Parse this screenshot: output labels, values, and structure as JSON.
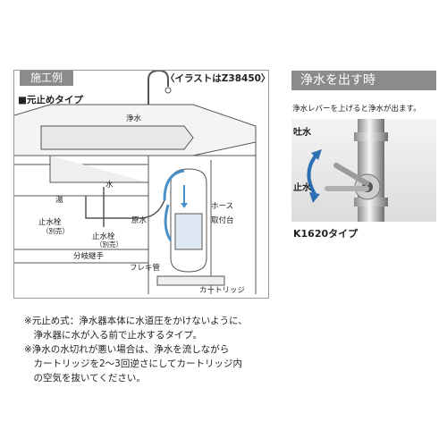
{
  "left_panel": {
    "tab_label": "施工例",
    "illustration_note": "〈イラストはZ38450〉",
    "subheading": "■元止めタイプ",
    "labels": {
      "jousui": "浄水",
      "mizu": "水",
      "yu": "湯",
      "hose": "ホース",
      "gensui": "原水",
      "toritsukedai": "取付台",
      "shisuisen_1": "止水栓",
      "shisuisen_1_note": "（別売）",
      "shisuisen_2": "止水栓",
      "shisuisen_2_note": "（別売）",
      "bunki_tsugite": "分岐継手",
      "furekikan": "フレキ管",
      "cartridge": "カートリッジ"
    }
  },
  "right_panel": {
    "tab_label": "浄水を出す時",
    "description": "浄水レバーを上げると浄水が出ます。",
    "photo_labels": {
      "tosui": "吐水",
      "shisui": "止水"
    },
    "model_label": "K1620タイプ"
  },
  "notes": [
    "※元止め式：浄水器本体に水道圧をかけないように、",
    "　浄水器に水が入る前で止水するタイプ。",
    "※浄水の水切れが悪い場合は、浄水を流しながら",
    "　カートリッジを2〜3回逆さにしてカートリッジ内",
    "　の空気を抜いてください。"
  ],
  "colors": {
    "tab_background": "#8b8b8b",
    "highlight_blue": "#4a90c8",
    "arrow_blue": "#2d6fb3"
  }
}
